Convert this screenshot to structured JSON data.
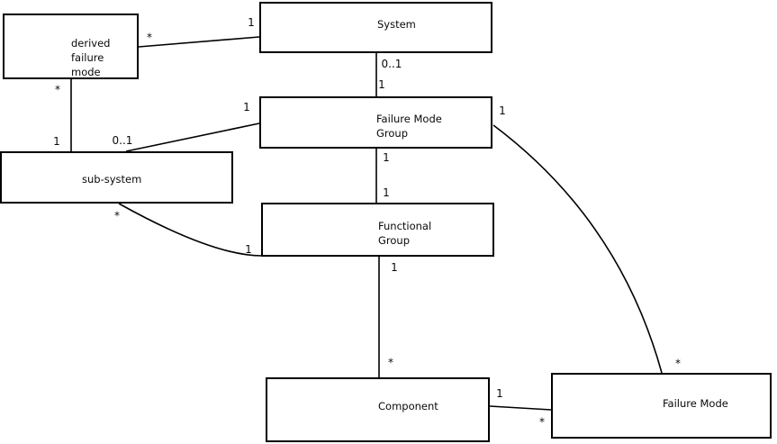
{
  "diagram": {
    "type": "uml-entity-relationship-diagram",
    "background_color": "#ffffff",
    "line_color": "#000000",
    "entities": [
      {
        "id": "derived-failure-mode",
        "label": "derived\nfailure\nmode"
      },
      {
        "id": "system",
        "label": "System"
      },
      {
        "id": "failure-mode-group",
        "label": "Failure Mode\nGroup"
      },
      {
        "id": "sub-system",
        "label": "sub-system"
      },
      {
        "id": "functional-group",
        "label": "Functional\nGroup"
      },
      {
        "id": "component",
        "label": "Component"
      },
      {
        "id": "failure-mode",
        "label": "Failure Mode"
      }
    ],
    "relationships": [
      {
        "from": "derived failure mode",
        "to": "System",
        "from_card": "*",
        "to_card": "1"
      },
      {
        "from": "derived failure mode",
        "to": "sub-system",
        "from_card": "*",
        "to_card": "1"
      },
      {
        "from": "sub-system",
        "to": "Failure Mode Group",
        "from_card": "0..1",
        "to_card": "1"
      },
      {
        "from": "System",
        "to": "Failure Mode Group",
        "from_card": "0..1",
        "to_card": "1"
      },
      {
        "from": "Failure Mode Group",
        "to": "Functional Group",
        "from_card": "1",
        "to_card": "1"
      },
      {
        "from": "sub-system",
        "to": "Functional Group",
        "from_card": "*",
        "to_card": "1"
      },
      {
        "from": "Functional Group",
        "to": "Component",
        "from_card": "1",
        "to_card": "*"
      },
      {
        "from": "Component",
        "to": "Failure Mode",
        "from_card": "1",
        "to_card": "*"
      },
      {
        "from": "Failure Mode Group",
        "to": "Failure Mode",
        "from_card": "1",
        "to_card": "*"
      }
    ]
  }
}
